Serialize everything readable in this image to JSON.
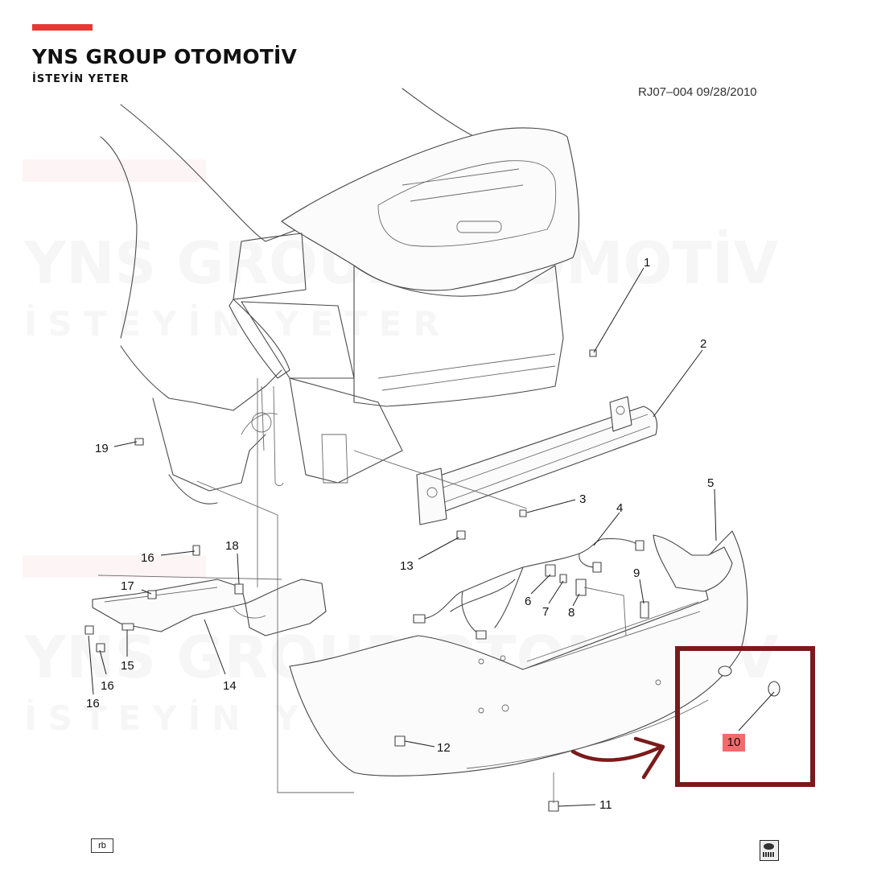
{
  "brand": {
    "name": "YNS GROUP OTOMOTİV",
    "tagline": "İSTEYİN YETER",
    "accent_color": "#e53935"
  },
  "document_code": "RJ07–004  09/28/2010",
  "watermark": {
    "name": "YNS GROUP OTOMOTİV",
    "tagline": "İSTEYİN YETER"
  },
  "callouts": {
    "c1": "1",
    "c2": "2",
    "c3": "3",
    "c4": "4",
    "c5": "5",
    "c6": "6",
    "c7": "7",
    "c8": "8",
    "c9": "9",
    "c10": "10",
    "c11": "11",
    "c12": "12",
    "c13": "13",
    "c14": "14",
    "c15": "15",
    "c16a": "16",
    "c16b": "16",
    "c16c": "16",
    "c17": "17",
    "c18": "18",
    "c19": "19"
  },
  "highlight": {
    "part": "10",
    "box_color": "#7a1a1a",
    "label_color": "#f26b6b",
    "arrow_color": "#7a1a1a"
  },
  "footer": {
    "rb_badge": "rb",
    "spec_icon": "spec-book-icon"
  }
}
